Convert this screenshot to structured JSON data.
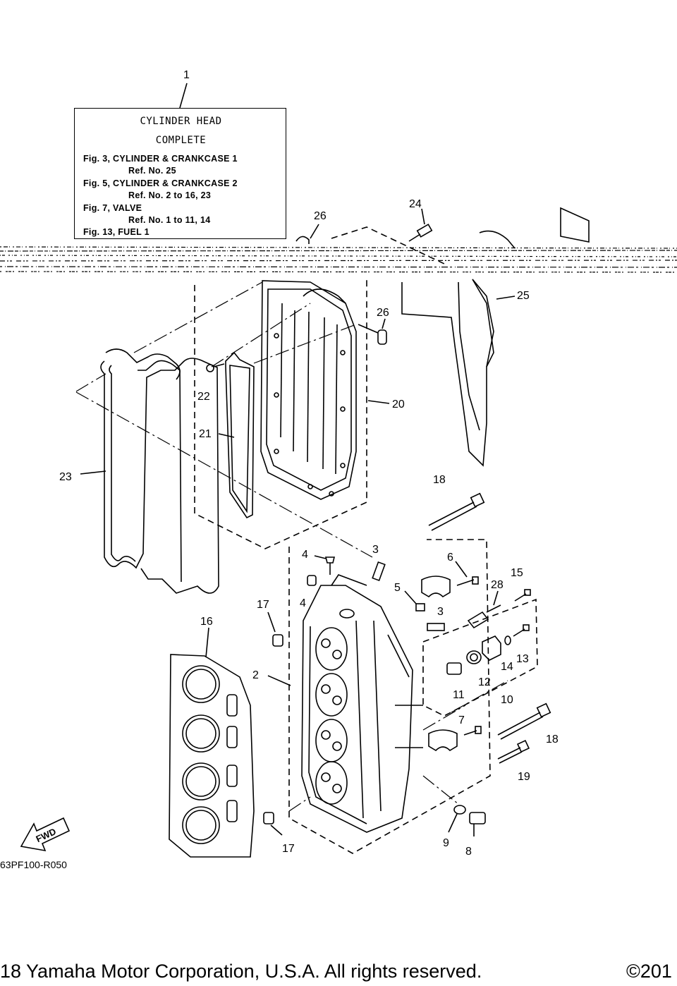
{
  "info_box": {
    "title_line1": "CYLINDER HEAD",
    "title_line2": "COMPLETE",
    "refs": [
      "Fig. 3, CYLINDER & CRANKCASE 1",
      "Ref. No. 25",
      "Fig. 5, CYLINDER & CRANKCASE 2",
      "Ref. No. 2 to 16, 23",
      "Fig. 7, VALVE",
      "Ref. No. 1 to 11, 14",
      "Fig. 13, FUEL 1"
    ]
  },
  "callouts": {
    "c1": "1",
    "c2": "2",
    "c3a": "3",
    "c3b": "3",
    "c4a": "4",
    "c4b": "4",
    "c5": "5",
    "c6": "6",
    "c7": "7",
    "c8": "8",
    "c9": "9",
    "c10": "10",
    "c11": "11",
    "c12": "12",
    "c13": "13",
    "c14": "14",
    "c15": "15",
    "c16": "16",
    "c17a": "17",
    "c17b": "17",
    "c18a": "18",
    "c18b": "18",
    "c19": "19",
    "c20": "20",
    "c21": "21",
    "c22": "22",
    "c23": "23",
    "c24": "24",
    "c25": "25",
    "c26a": "26",
    "c26b": "26",
    "c28": "28"
  },
  "fwd_label": "FWD",
  "diagram_code": "63PF100-R050",
  "footer_text": "18 Yamaha Motor Corporation, U.S.A. All rights reserved.",
  "footer_right": "©201"
}
